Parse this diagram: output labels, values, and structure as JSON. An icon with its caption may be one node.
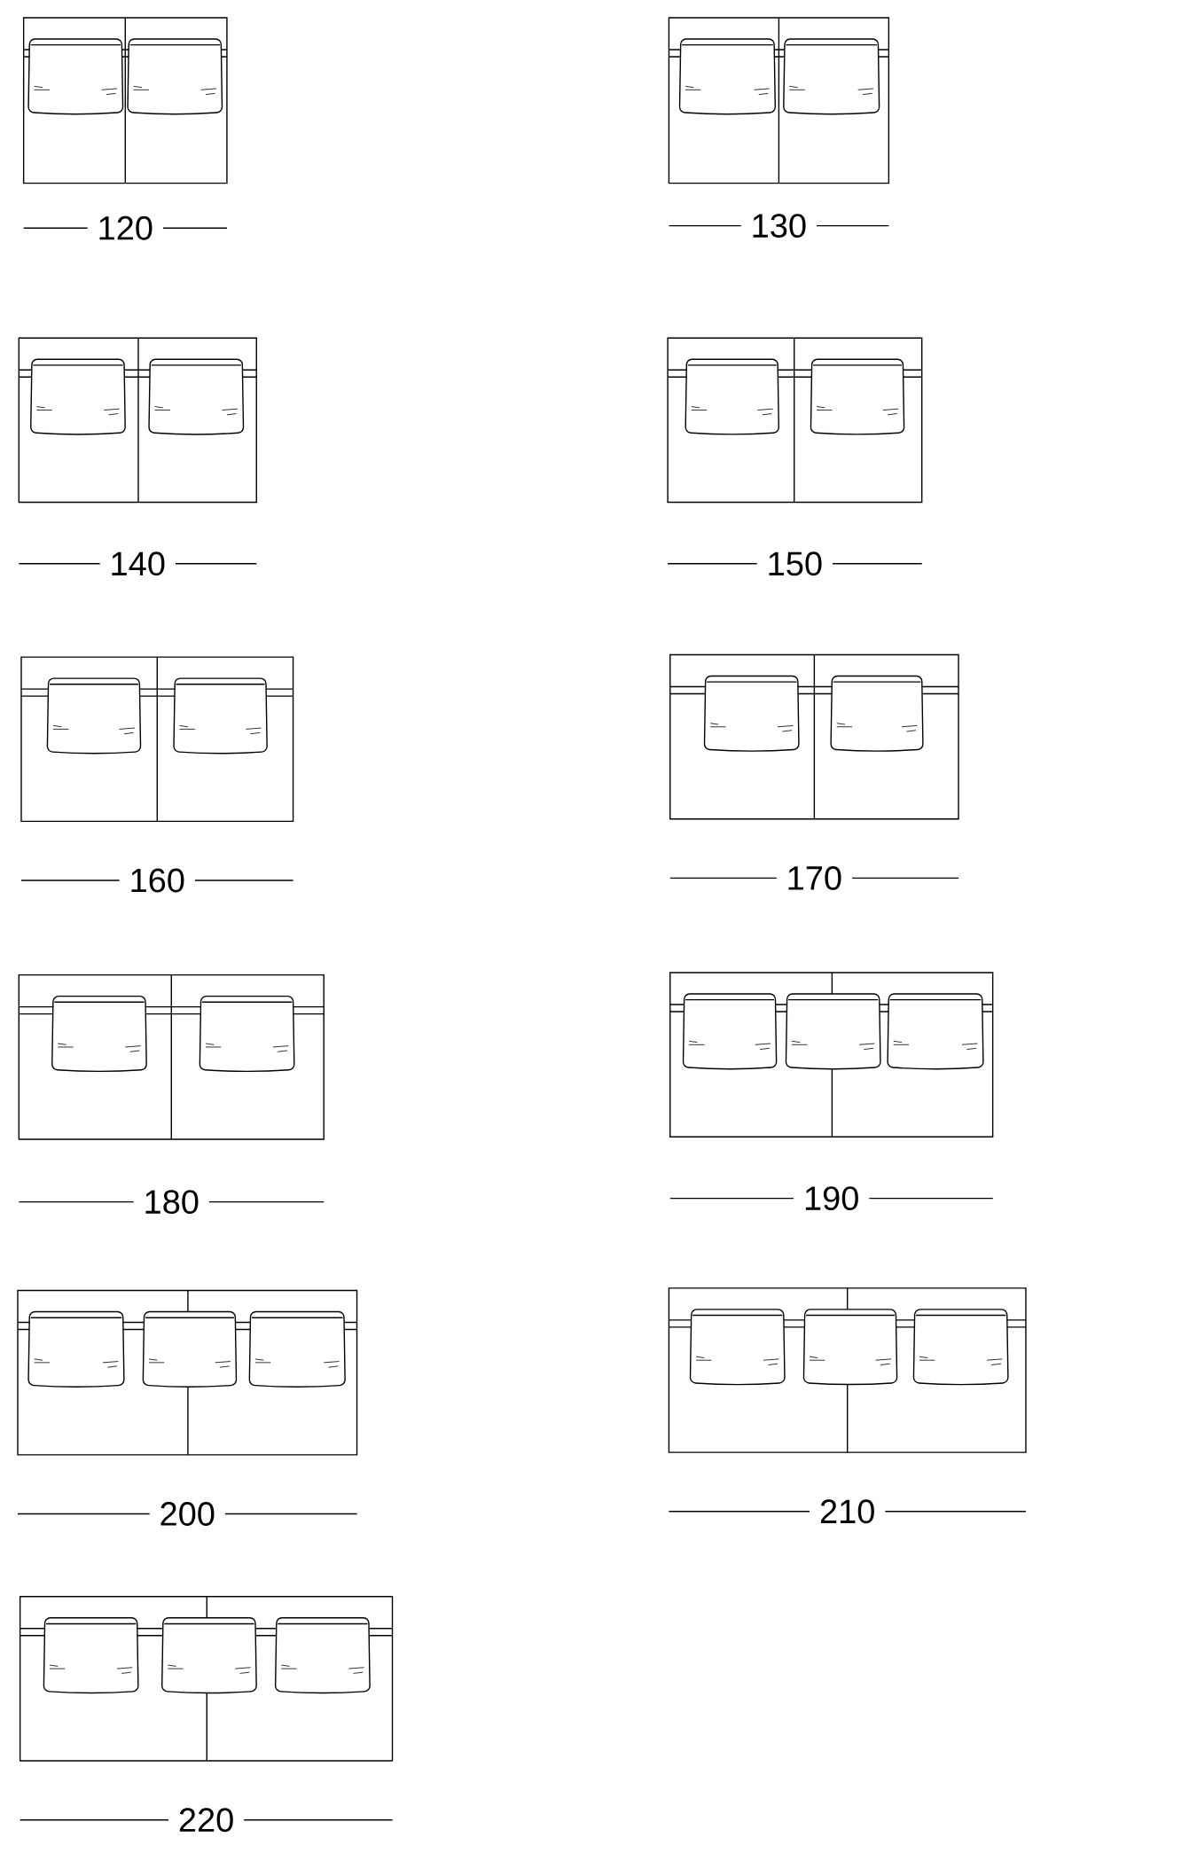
{
  "diagram": {
    "labels": [
      "120",
      "130",
      "140",
      "150",
      "160",
      "170",
      "180",
      "190",
      "200",
      "210",
      "220"
    ]
  }
}
